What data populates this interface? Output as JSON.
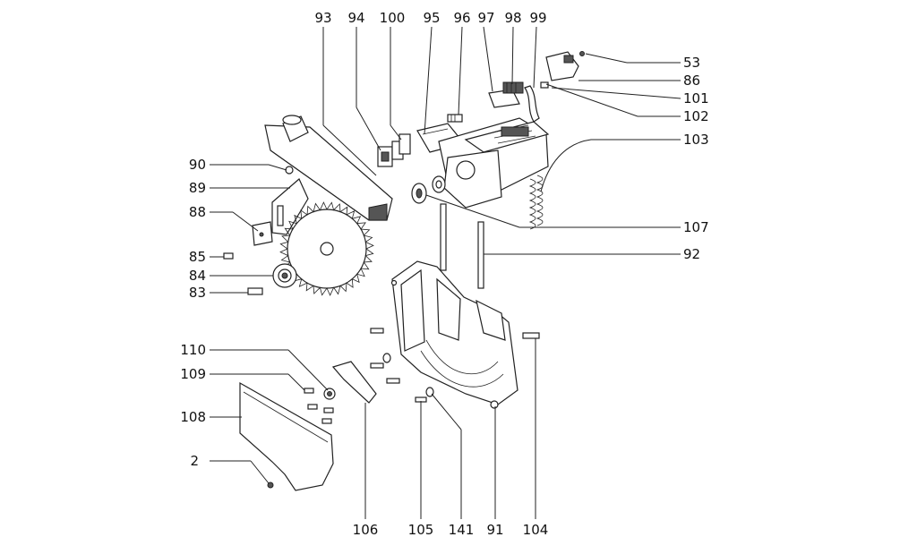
{
  "diagram": {
    "callouts": [
      "93",
      "94",
      "100",
      "95",
      "96",
      "97",
      "98",
      "99",
      "53",
      "86",
      "101",
      "102",
      "103",
      "90",
      "89",
      "88",
      "85",
      "84",
      "83",
      "107",
      "92",
      "110",
      "109",
      "108",
      "2",
      "106",
      "105",
      "141",
      "91",
      "104"
    ]
  }
}
